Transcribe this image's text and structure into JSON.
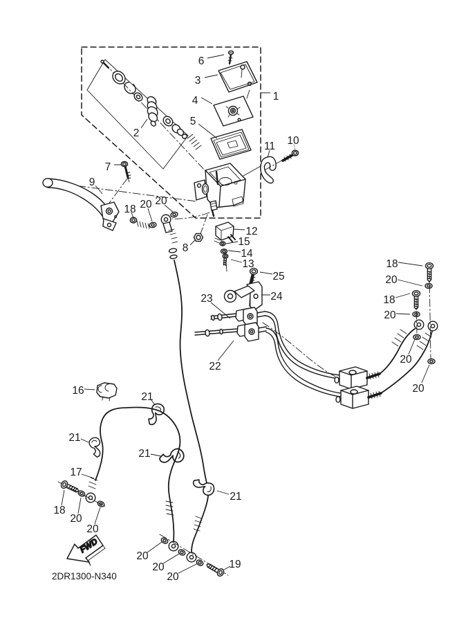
{
  "figure": {
    "type": "exploded-parts-diagram",
    "subject": "front brake master cylinder and hose assembly",
    "part_code": "2DR1300-N340",
    "fwd_label": "FWD",
    "colors": {
      "line": "#1a1a1a",
      "background": "#ffffff",
      "muted_label": "#9a9a9a"
    },
    "callouts": [
      {
        "n": "6"
      },
      {
        "n": "3"
      },
      {
        "n": "1"
      },
      {
        "n": "4"
      },
      {
        "n": "5"
      },
      {
        "n": "2"
      },
      {
        "n": "11"
      },
      {
        "n": "10"
      },
      {
        "n": "7"
      },
      {
        "n": "9"
      },
      {
        "n": "18"
      },
      {
        "n": "20"
      },
      {
        "n": "20"
      },
      {
        "n": "12"
      },
      {
        "n": "15"
      },
      {
        "n": "8"
      },
      {
        "n": "14"
      },
      {
        "n": "13"
      },
      {
        "n": "25"
      },
      {
        "n": "24"
      },
      {
        "n": "23"
      },
      {
        "n": "22"
      },
      {
        "n": "18"
      },
      {
        "n": "20"
      },
      {
        "n": "18"
      },
      {
        "n": "20"
      },
      {
        "n": "20"
      },
      {
        "n": "20"
      },
      {
        "n": "16"
      },
      {
        "n": "21"
      },
      {
        "n": "21"
      },
      {
        "n": "21"
      },
      {
        "n": "17"
      },
      {
        "n": "18"
      },
      {
        "n": "20"
      },
      {
        "n": "20"
      },
      {
        "n": "21"
      },
      {
        "n": "20"
      },
      {
        "n": "20"
      },
      {
        "n": "20"
      },
      {
        "n": "19"
      }
    ]
  }
}
